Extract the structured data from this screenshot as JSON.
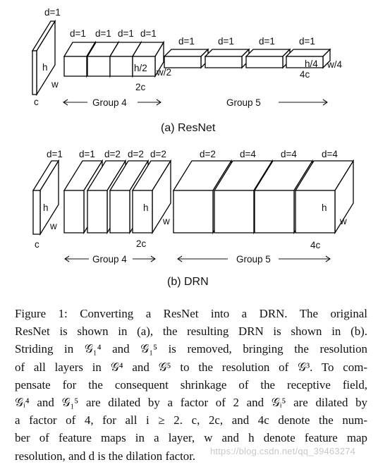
{
  "panel_a": {
    "title": "(a) ResNet",
    "layer_labels": [
      "d=1",
      "d=1",
      "d=1",
      "d=1",
      "d=1",
      "d=1",
      "d=1",
      "d=1",
      "d=1"
    ],
    "dims": {
      "h": "h",
      "w": "w",
      "c": "c",
      "h2": "h/2",
      "w2": "w/2",
      "c2": "2c",
      "h4": "h/4",
      "w4": "w/4",
      "c4": "4c"
    },
    "group4": "Group 4",
    "group5": "Group 5"
  },
  "panel_b": {
    "title": "(b) DRN",
    "layer_labels": [
      "d=1",
      "d=1",
      "d=2",
      "d=2",
      "d=2",
      "d=2",
      "d=4",
      "d=4",
      "d=4"
    ],
    "dims": {
      "h": "h",
      "w": "w",
      "c": "c",
      "hb": "h",
      "wb": "w",
      "c2": "2c",
      "he": "h",
      "we": "w",
      "c4": "4c"
    },
    "group4": "Group 4",
    "group5": "Group 5"
  },
  "caption": {
    "lines": [
      "Figure 1: Converting a ResNet into a DRN. The original",
      "ResNet is shown in (a), the resulting DRN is shown in (b).",
      "Striding in 𝒢₁⁴ and 𝒢₁⁵ is removed, bringing the resolution",
      "of all layers in 𝒢⁴ and 𝒢⁵ to the resolution of 𝒢³. To com-",
      "pensate for the consequent shrinkage of the receptive field,",
      "𝒢ᵢ⁴ and 𝒢₁⁵ are dilated by a factor of 2 and 𝒢ᵢ⁵ are dilated by",
      "a factor of 4, for all i ≥ 2. c, 2c, and 4c denote the num-",
      "ber of feature maps in a layer, w and h denote feature map",
      "resolution, and d is the dilation factor."
    ]
  },
  "watermark": "https://blog.csdn.net/qq_39463274"
}
